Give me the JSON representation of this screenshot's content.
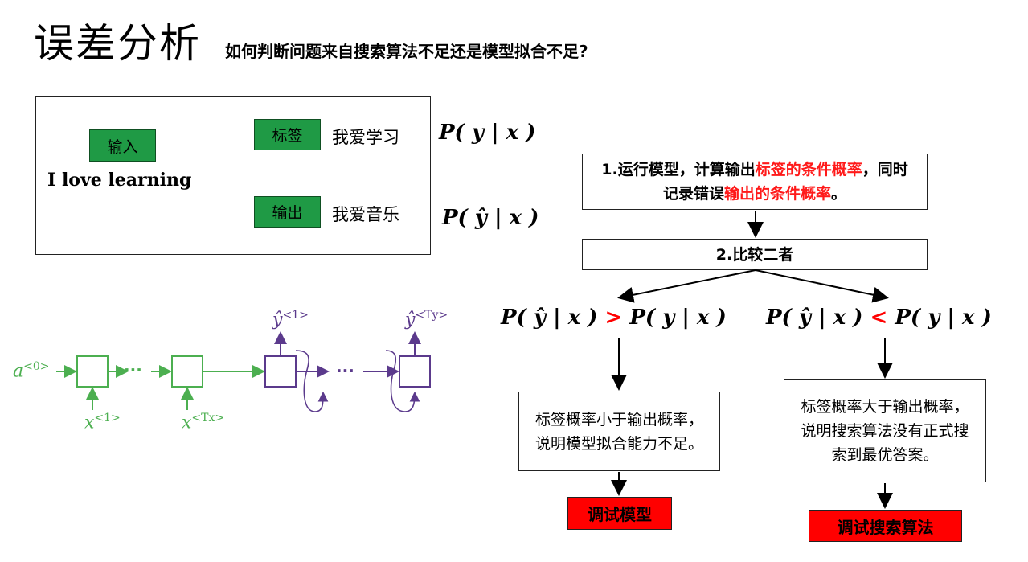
{
  "title": "误差分析",
  "subtitle": "如何判断问题来自搜索算法不足还是模型拟合不足?",
  "example": {
    "input_tag": "输入",
    "input_text": "I love learning",
    "label_tag": "标签",
    "label_text": "我爱学习",
    "output_tag": "输出",
    "output_text": "我爱音乐"
  },
  "formulas": {
    "p_label": "P( y | x )",
    "p_output": "P( ŷ | x )",
    "compare_left_a": "P( ŷ | x )",
    "compare_left_op": ">",
    "compare_left_b": "P( y | x )",
    "compare_right_a": "P( ŷ | x )",
    "compare_right_op": "<",
    "compare_right_b": "P( y | x )"
  },
  "flow": {
    "step1_a": "1.运行模型，计算输出",
    "step1_red1": "标签的条件概率",
    "step1_b": "，同时记录错误",
    "step1_red2": "输出的条件概率",
    "step1_c": "。",
    "step2": "2.比较二者",
    "left_result": "标签概率小于输出概率，说明模型拟合能力不足。",
    "right_result": "标签概率大于输出概率，说明搜索算法没有正式搜索到最优答案。",
    "left_action": "调试模型",
    "right_action": "调试搜索算法"
  },
  "rnn": {
    "a0": "a",
    "a0_sup": "<0>",
    "x1": "x",
    "x1_sup": "<1>",
    "xTx": "x",
    "xTx_sup": "<Tx>",
    "y1": "ŷ",
    "y1_sup": "<1>",
    "yTy": "ŷ",
    "yTy_sup": "<Ty>",
    "dots": "···",
    "colors": {
      "encoder": "#4caf50",
      "decoder": "#5b3a8c"
    }
  }
}
